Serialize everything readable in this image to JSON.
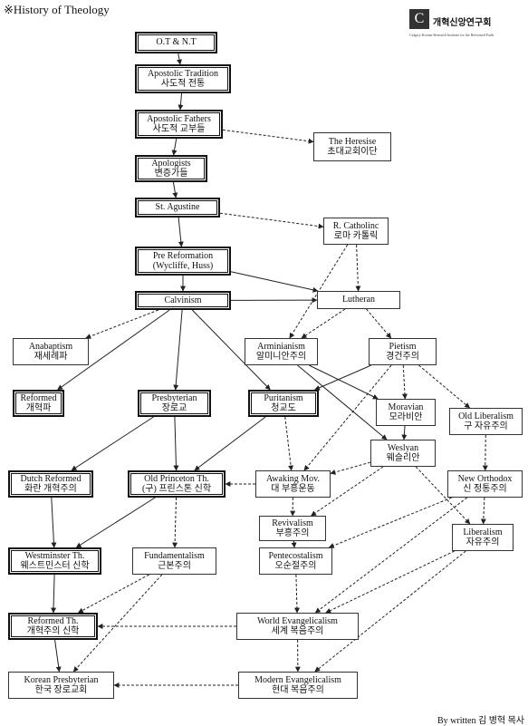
{
  "header": {
    "title": "※History of Theology",
    "logo_mark": "C",
    "logo_name": "개혁신앙연구회",
    "logo_subtitle": "Calgary Korean Research Institute for the Reformed Faith"
  },
  "footer": {
    "author": "By written 김 병혁 목사"
  },
  "nodes": {
    "ot_nt": {
      "line1": "O.T & N.T"
    },
    "apostolic_tradition": {
      "line1": "Apostolic Tradition",
      "line2": "사도적 전통"
    },
    "apostolic_fathers": {
      "line1": "Apostolic Fathers",
      "line2": "사도적 교부들"
    },
    "heresies": {
      "line1": "The Heresise",
      "line2": "초대교회이단"
    },
    "apologists": {
      "line1": "Apologists",
      "line2": "변증가들"
    },
    "augustine": {
      "line1": "St. Agustine"
    },
    "catholic": {
      "line1": "R. Catholinc",
      "line2": "로마 카톨릭"
    },
    "pre_reformation": {
      "line1": "Pre Reformation",
      "line2": "(Wycliffe, Huss)"
    },
    "calvinism": {
      "line1": "Calvinism"
    },
    "lutheran": {
      "line1": "Lutheran"
    },
    "anabaptism": {
      "line1": "Anabaptism",
      "line2": "재세례파"
    },
    "arminianism": {
      "line1": "Arminianism",
      "line2": "알미니안주의"
    },
    "pietism": {
      "line1": "Pietism",
      "line2": "경건주의"
    },
    "reformed": {
      "line1": "Reformed",
      "line2": "개혁파"
    },
    "presbyterian": {
      "line1": "Presbyterian",
      "line2": "장로교"
    },
    "puritanism": {
      "line1": "Puritanism",
      "line2": "청교도"
    },
    "moravian": {
      "line1": "Moravian",
      "line2": "모라비안"
    },
    "old_liberalism": {
      "line1": "Old Liberalism",
      "line2": "구 자유주의"
    },
    "wesleyan": {
      "line1": "Weslyan",
      "line2": "웨슬리안"
    },
    "dutch_reformed": {
      "line1": "Dutch Reformed",
      "line2": "화란 개혁주의"
    },
    "old_princeton": {
      "line1": "Old Princeton Th.",
      "line2": "(구) 프린스톤 신학"
    },
    "awaking": {
      "line1": "Awaking Mov.",
      "line2": "대 부흥운동"
    },
    "new_orthodox": {
      "line1": "New Orthodox",
      "line2": "신 정통주의"
    },
    "revivalism": {
      "line1": "Revivalism",
      "line2": "부흥주의"
    },
    "westminster": {
      "line1": "Westminster Th.",
      "line2": "웨스트민스터 신학"
    },
    "fundamentalism": {
      "line1": "Fundamentalism",
      "line2": "근본주의"
    },
    "pentecostalism": {
      "line1": "Pentecostalism",
      "line2": "오순절주의"
    },
    "liberalism": {
      "line1": "Liberalism",
      "line2": "자유주의"
    },
    "reformed_th": {
      "line1": "Reformed Th.",
      "line2": "개혁주의 신학"
    },
    "world_evangelicalism": {
      "line1": "World Evangelicalism",
      "line2": "세계 복음주의"
    },
    "korean_presbyterian": {
      "line1": "Korean Presbyterian",
      "line2": "한국 장로교회"
    },
    "modern_evangelicalism": {
      "line1": "Modern Evangelicalism",
      "line2": "현대 복음주의"
    }
  },
  "edges": [
    {
      "from": "ot_nt",
      "to": "apostolic_tradition",
      "style": "solid"
    },
    {
      "from": "apostolic_tradition",
      "to": "apostolic_fathers",
      "style": "solid"
    },
    {
      "from": "apostolic_fathers",
      "to": "heresies",
      "style": "dashed"
    },
    {
      "from": "apostolic_fathers",
      "to": "apologists",
      "style": "solid"
    },
    {
      "from": "apologists",
      "to": "augustine",
      "style": "solid"
    },
    {
      "from": "augustine",
      "to": "catholic",
      "style": "dashed"
    },
    {
      "from": "augustine",
      "to": "pre_reformation",
      "style": "solid"
    },
    {
      "from": "catholic",
      "to": "lutheran",
      "style": "dashed"
    },
    {
      "from": "pre_reformation",
      "to": "calvinism",
      "style": "solid"
    },
    {
      "from": "pre_reformation",
      "to": "lutheran",
      "style": "solid"
    },
    {
      "from": "calvinism",
      "to": "lutheran",
      "style": "solid"
    },
    {
      "from": "calvinism",
      "to": "anabaptism",
      "style": "dashed"
    },
    {
      "from": "calvinism",
      "to": "reformed",
      "style": "solid"
    },
    {
      "from": "calvinism",
      "to": "presbyterian",
      "style": "solid"
    },
    {
      "from": "calvinism",
      "to": "puritanism",
      "style": "solid"
    },
    {
      "from": "lutheran",
      "to": "arminianism",
      "style": "dashed"
    },
    {
      "from": "lutheran",
      "to": "pietism",
      "style": "dashed"
    },
    {
      "from": "catholic",
      "to": "arminianism",
      "style": "dashed"
    },
    {
      "from": "pietism",
      "to": "puritanism",
      "style": "solid"
    },
    {
      "from": "pietism",
      "to": "moravian",
      "style": "dashed"
    },
    {
      "from": "pietism",
      "to": "old_liberalism",
      "style": "dashed"
    },
    {
      "from": "arminianism",
      "to": "moravian",
      "style": "solid"
    },
    {
      "from": "arminianism",
      "to": "wesleyan",
      "style": "solid"
    },
    {
      "from": "moravian",
      "to": "wesleyan",
      "style": "solid"
    },
    {
      "from": "pietism",
      "to": "awaking",
      "style": "dashed"
    },
    {
      "from": "presbyterian",
      "to": "dutch_reformed",
      "style": "solid"
    },
    {
      "from": "presbyterian",
      "to": "old_princeton",
      "style": "solid"
    },
    {
      "from": "puritanism",
      "to": "old_princeton",
      "style": "solid"
    },
    {
      "from": "puritanism",
      "to": "awaking",
      "style": "dashed"
    },
    {
      "from": "awaking",
      "to": "old_princeton",
      "style": "dashed"
    },
    {
      "from": "wesleyan",
      "to": "awaking",
      "style": "dashed"
    },
    {
      "from": "wesleyan",
      "to": "revivalism",
      "style": "dashed"
    },
    {
      "from": "wesleyan",
      "to": "liberalism",
      "style": "dashed"
    },
    {
      "from": "old_liberalism",
      "to": "new_orthodox",
      "style": "dashed"
    },
    {
      "from": "new_orthodox",
      "to": "liberalism",
      "style": "dashed"
    },
    {
      "from": "new_orthodox",
      "to": "pentecostalism",
      "style": "dashed"
    },
    {
      "from": "awaking",
      "to": "revivalism",
      "style": "dashed"
    },
    {
      "from": "revivalism",
      "to": "pentecostalism",
      "style": "dashed"
    },
    {
      "from": "dutch_reformed",
      "to": "westminster",
      "style": "solid"
    },
    {
      "from": "old_princeton",
      "to": "westminster",
      "style": "solid"
    },
    {
      "from": "old_princeton",
      "to": "fundamentalism",
      "style": "dashed"
    },
    {
      "from": "westminster",
      "to": "reformed_th",
      "style": "solid"
    },
    {
      "from": "fundamentalism",
      "to": "reformed_th",
      "style": "dashed"
    },
    {
      "from": "fundamentalism",
      "to": "korean_presbyterian",
      "style": "dashed"
    },
    {
      "from": "reformed_th",
      "to": "korean_presbyterian",
      "style": "solid"
    },
    {
      "from": "pentecostalism",
      "to": "world_evangelicalism",
      "style": "dashed"
    },
    {
      "from": "liberalism",
      "to": "world_evangelicalism",
      "style": "dashed"
    },
    {
      "from": "new_orthodox",
      "to": "world_evangelicalism",
      "style": "dashed"
    },
    {
      "from": "world_evangelicalism",
      "to": "modern_evangelicalism",
      "style": "dashed"
    },
    {
      "from": "world_evangelicalism",
      "to": "reformed_th",
      "style": "dashed"
    },
    {
      "from": "modern_evangelicalism",
      "to": "korean_presbyterian",
      "style": "dashed"
    },
    {
      "from": "liberalism",
      "to": "modern_evangelicalism",
      "style": "dashed"
    }
  ]
}
